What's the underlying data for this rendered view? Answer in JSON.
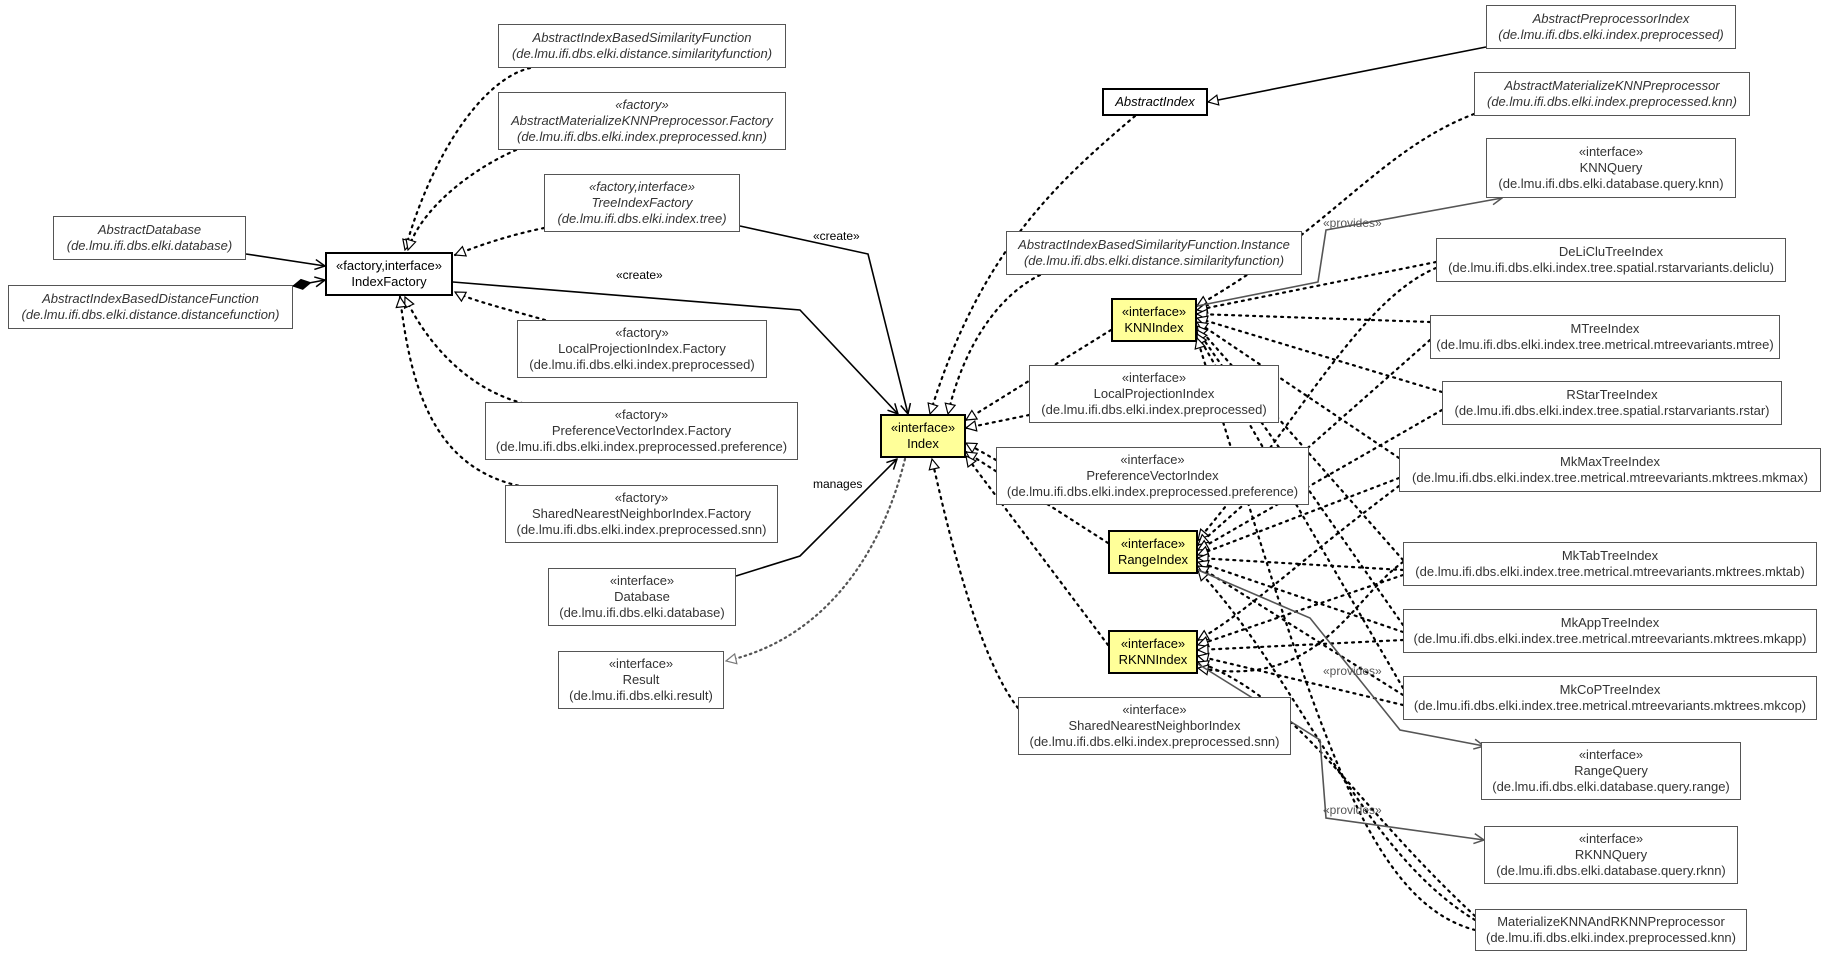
{
  "colors": {
    "interface_highlight": "#ffff99",
    "edge": "#000000",
    "edge_gray": "#555555",
    "node_border": "#555555"
  },
  "nodes": [
    {
      "id": "abs-idx-sim-fn",
      "lines": [
        "AbstractIndexBasedSimilarityFunction",
        "(de.lmu.ifi.dbs.elki.distance.similarityfunction)"
      ],
      "abstract": true
    },
    {
      "id": "abs-mat-knn-factory",
      "lines": [
        "«factory»",
        "AbstractMaterializeKNNPreprocessor.Factory",
        "(de.lmu.ifi.dbs.elki.index.preprocessed.knn)"
      ],
      "abstract": true
    },
    {
      "id": "tree-index-factory",
      "lines": [
        "«factory,interface»",
        "TreeIndexFactory",
        "(de.lmu.ifi.dbs.elki.index.tree)"
      ],
      "abstract": true
    },
    {
      "id": "abstract-database",
      "lines": [
        "AbstractDatabase",
        "(de.lmu.ifi.dbs.elki.database)"
      ],
      "abstract": true
    },
    {
      "id": "abs-idx-dist-fn",
      "lines": [
        "AbstractIndexBasedDistanceFunction",
        "(de.lmu.ifi.dbs.elki.distance.distancefunction)"
      ],
      "abstract": true
    },
    {
      "id": "index-factory",
      "lines": [
        "«factory,interface»",
        "IndexFactory"
      ],
      "dark": true
    },
    {
      "id": "local-proj-factory",
      "lines": [
        "«factory»",
        "LocalProjectionIndex.Factory",
        "(de.lmu.ifi.dbs.elki.index.preprocessed)"
      ]
    },
    {
      "id": "pref-vec-factory",
      "lines": [
        "«factory»",
        "PreferenceVectorIndex.Factory",
        "(de.lmu.ifi.dbs.elki.index.preprocessed.preference)"
      ]
    },
    {
      "id": "snn-factory",
      "lines": [
        "«factory»",
        "SharedNearestNeighborIndex.Factory",
        "(de.lmu.ifi.dbs.elki.index.preprocessed.snn)"
      ]
    },
    {
      "id": "database",
      "lines": [
        "«interface»",
        "Database",
        "(de.lmu.ifi.dbs.elki.database)"
      ]
    },
    {
      "id": "result",
      "lines": [
        "«interface»",
        "Result",
        "(de.lmu.ifi.dbs.elki.result)"
      ]
    },
    {
      "id": "abstract-index",
      "lines": [
        "AbstractIndex"
      ],
      "abstract": true,
      "dark": true
    },
    {
      "id": "abs-idx-sim-inst",
      "lines": [
        "AbstractIndexBasedSimilarityFunction.Instance",
        "(de.lmu.ifi.dbs.elki.distance.similarityfunction)"
      ],
      "abstract": true
    },
    {
      "id": "index",
      "lines": [
        "«interface»",
        "Index"
      ],
      "hl": true
    },
    {
      "id": "knn-index",
      "lines": [
        "«interface»",
        "KNNIndex"
      ],
      "hl": true
    },
    {
      "id": "local-proj-index",
      "lines": [
        "«interface»",
        "LocalProjectionIndex",
        "(de.lmu.ifi.dbs.elki.index.preprocessed)"
      ]
    },
    {
      "id": "pref-vec-index",
      "lines": [
        "«interface»",
        "PreferenceVectorIndex",
        "(de.lmu.ifi.dbs.elki.index.preprocessed.preference)"
      ]
    },
    {
      "id": "range-index",
      "lines": [
        "«interface»",
        "RangeIndex"
      ],
      "hl": true
    },
    {
      "id": "rknn-index",
      "lines": [
        "«interface»",
        "RKNNIndex"
      ],
      "hl": true
    },
    {
      "id": "snn-index",
      "lines": [
        "«interface»",
        "SharedNearestNeighborIndex",
        "(de.lmu.ifi.dbs.elki.index.preprocessed.snn)"
      ]
    },
    {
      "id": "abs-preproc-index",
      "lines": [
        "AbstractPreprocessorIndex",
        "(de.lmu.ifi.dbs.elki.index.preprocessed)"
      ],
      "abstract": true
    },
    {
      "id": "abs-mat-knn-preproc",
      "lines": [
        "AbstractMaterializeKNNPreprocessor",
        "(de.lmu.ifi.dbs.elki.index.preprocessed.knn)"
      ],
      "abstract": true
    },
    {
      "id": "knn-query",
      "lines": [
        "«interface»",
        "KNNQuery",
        "(de.lmu.ifi.dbs.elki.database.query.knn)"
      ]
    },
    {
      "id": "deliclu",
      "lines": [
        "DeLiCluTreeIndex",
        "(de.lmu.ifi.dbs.elki.index.tree.spatial.rstarvariants.deliclu)"
      ]
    },
    {
      "id": "mtree",
      "lines": [
        "MTreeIndex",
        "(de.lmu.ifi.dbs.elki.index.tree.metrical.mtreevariants.mtree)"
      ]
    },
    {
      "id": "rstar",
      "lines": [
        "RStarTreeIndex",
        "(de.lmu.ifi.dbs.elki.index.tree.spatial.rstarvariants.rstar)"
      ]
    },
    {
      "id": "mkmax",
      "lines": [
        "MkMaxTreeIndex",
        "(de.lmu.ifi.dbs.elki.index.tree.metrical.mtreevariants.mktrees.mkmax)"
      ]
    },
    {
      "id": "mktab",
      "lines": [
        "MkTabTreeIndex",
        "(de.lmu.ifi.dbs.elki.index.tree.metrical.mtreevariants.mktrees.mktab)"
      ]
    },
    {
      "id": "mkapp",
      "lines": [
        "MkAppTreeIndex",
        "(de.lmu.ifi.dbs.elki.index.tree.metrical.mtreevariants.mktrees.mkapp)"
      ]
    },
    {
      "id": "mkcop",
      "lines": [
        "MkCoPTreeIndex",
        "(de.lmu.ifi.dbs.elki.index.tree.metrical.mtreevariants.mktrees.mkcop)"
      ]
    },
    {
      "id": "range-query",
      "lines": [
        "«interface»",
        "RangeQuery",
        "(de.lmu.ifi.dbs.elki.database.query.range)"
      ]
    },
    {
      "id": "rknn-query",
      "lines": [
        "«interface»",
        "RKNNQuery",
        "(de.lmu.ifi.dbs.elki.database.query.rknn)"
      ]
    },
    {
      "id": "mat-knn-rknn",
      "lines": [
        "MaterializeKNNAndRKNNPreprocessor",
        "(de.lmu.ifi.dbs.elki.index.preprocessed.knn)"
      ]
    }
  ],
  "edge_labels": [
    {
      "id": "create-1",
      "text": "«create»"
    },
    {
      "id": "create-2",
      "text": "«create»"
    },
    {
      "id": "manages",
      "text": "manages"
    },
    {
      "id": "provides-1",
      "text": "«provides»"
    },
    {
      "id": "provides-2",
      "text": "«provides»"
    },
    {
      "id": "provides-3",
      "text": "«provides»"
    }
  ]
}
